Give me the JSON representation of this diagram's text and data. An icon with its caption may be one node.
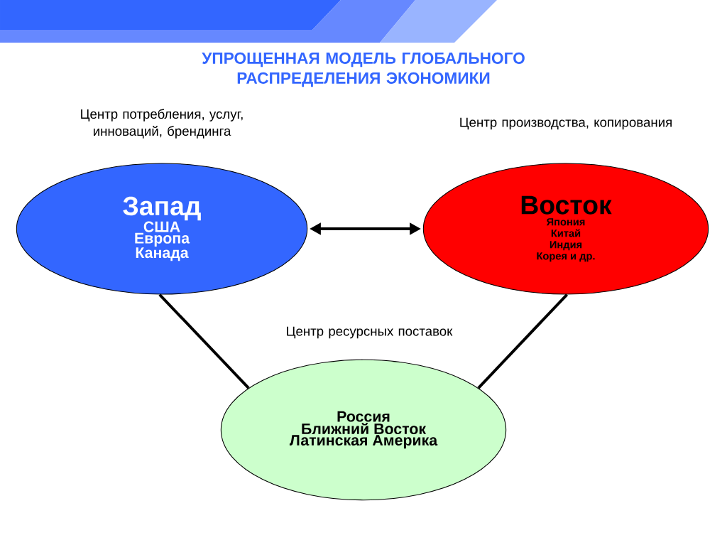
{
  "diagram": {
    "title": "УПРОЩЕННАЯ МОДЕЛЬ ГЛОБАЛЬНОГО РАСПРЕДЕЛЕНИЯ ЭКОНОМИКИ",
    "nodes": [
      {
        "text": [
          "Запад",
          "США",
          "Европа",
          "Канада"
        ],
        "beside": [
          "Центр потребления, услуг, инноваций, брендинга"
        ]
      },
      {
        "text": [
          "Восток",
          "Япония",
          "Китай",
          "Индия",
          "Корея и др."
        ],
        "beside": [
          "Центр производства, копирования"
        ]
      },
      {
        "text": [
          "Россия",
          "Ближний Восток",
          "Латинская Америка"
        ],
        "beside": [
          "Центр ресурсных поставок"
        ]
      }
    ],
    "edges": [
      {
        "from": 0,
        "to": 1,
        "arrow": "both"
      },
      {
        "from": 0,
        "to": 2,
        "arrow": "none"
      },
      {
        "from": 1,
        "to": 2,
        "arrow": "none"
      }
    ]
  }
}
